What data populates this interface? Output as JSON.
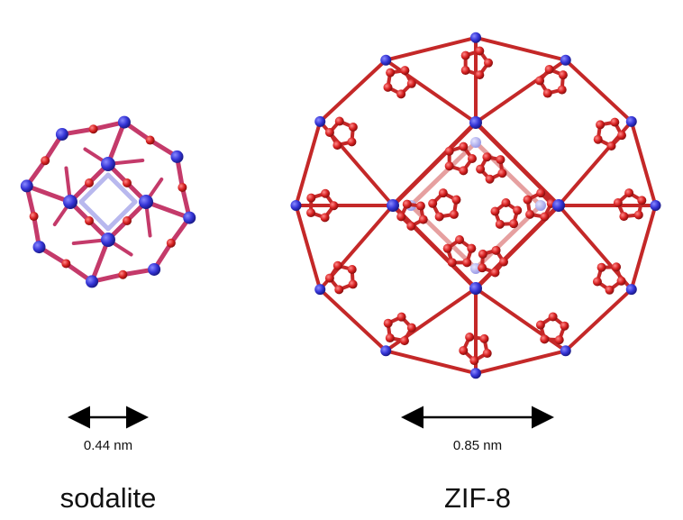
{
  "colors": {
    "atom_primary": "#3434d6",
    "atom_secondary": "#d62020",
    "atom_dark_red": "#a81818",
    "bond_faded": "#b8b8ee",
    "arrow": "#000000",
    "text": "#111111"
  },
  "structures": [
    {
      "name": "sodalite",
      "scale": "0.44 nm",
      "style": "compact blue-red sodalite cage",
      "icon": "sodalite-cage-icon"
    },
    {
      "name": "ZIF-8",
      "scale": "0.85 nm",
      "style": "large red imidazolate cage with blue zinc nodes",
      "icon": "zif8-cage-icon"
    }
  ]
}
